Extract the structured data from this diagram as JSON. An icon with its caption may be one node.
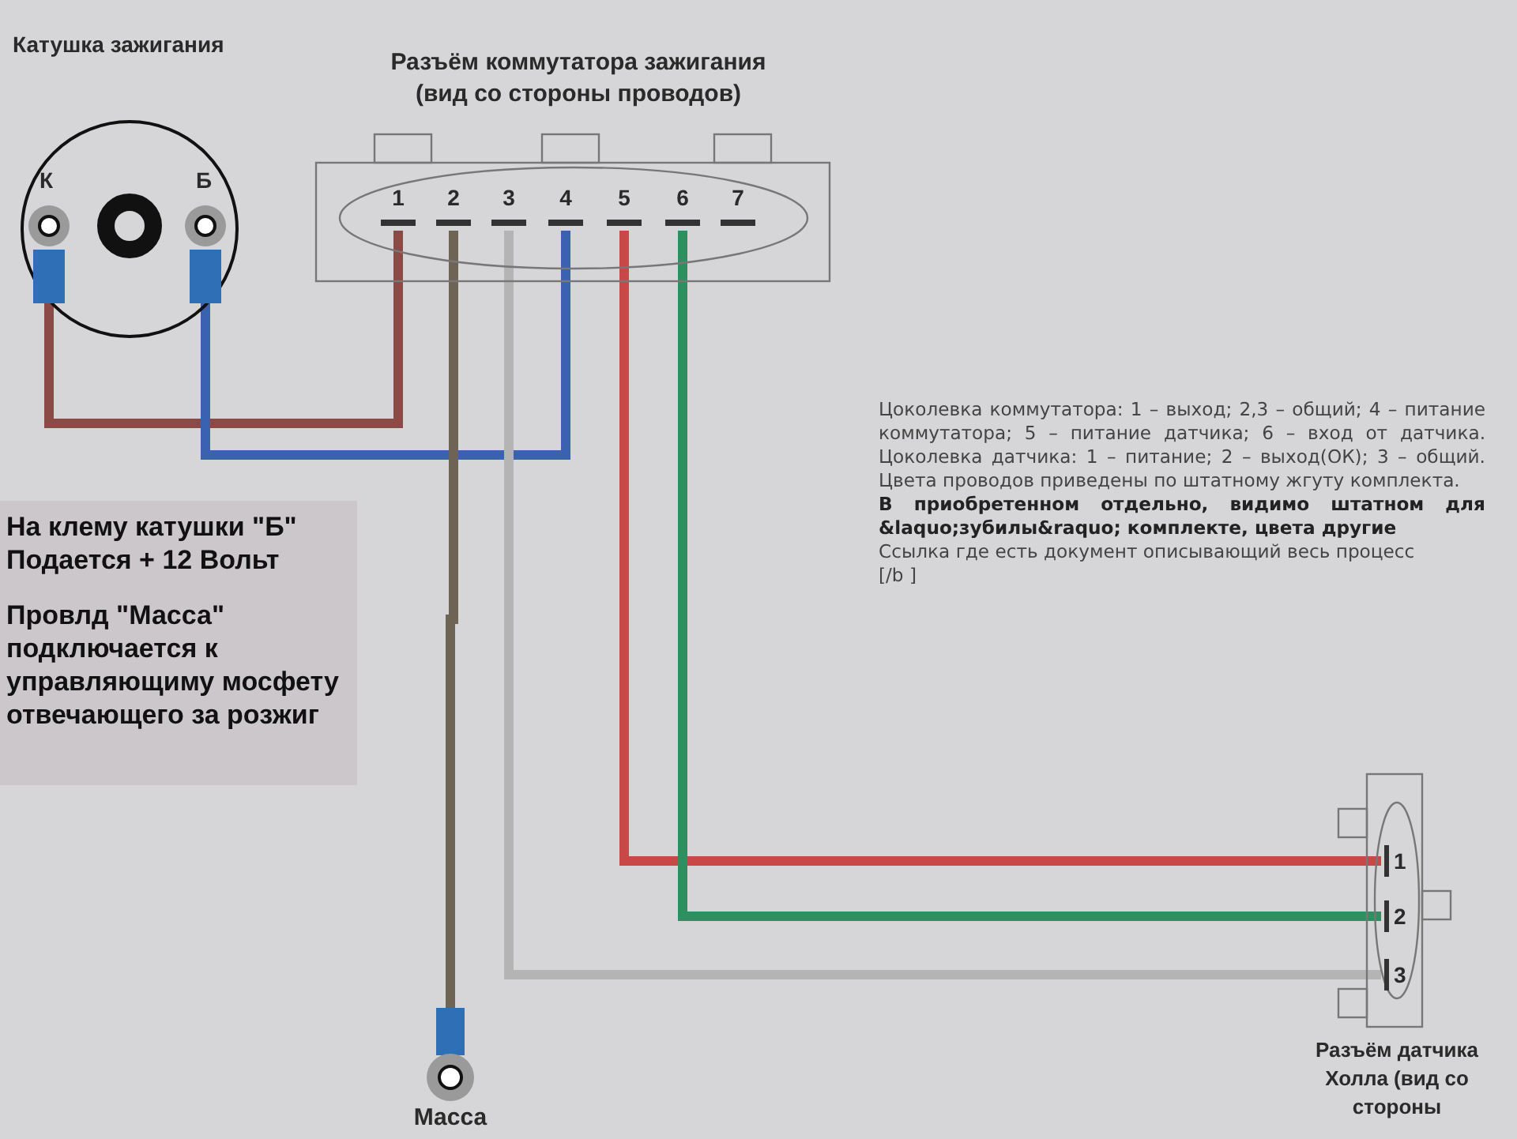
{
  "diagram": {
    "nodes": [
      {
        "text": [
          "Катушка зажигания"
        ]
      },
      {
        "text": [
          "К"
        ],
        "in": 0
      },
      {
        "text": [
          "Б"
        ],
        "in": 0
      },
      {
        "text": [
          "Разъём коммутатора зажигания (вид со стороны проводов)"
        ]
      },
      {
        "text": [
          "1"
        ],
        "in": 3
      },
      {
        "text": [
          "2"
        ],
        "in": 3
      },
      {
        "text": [
          "3"
        ],
        "in": 3
      },
      {
        "text": [
          "4"
        ],
        "in": 3
      },
      {
        "text": [
          "5"
        ],
        "in": 3
      },
      {
        "text": [
          "6"
        ],
        "in": 3
      },
      {
        "text": [
          "7"
        ],
        "in": 3
      },
      {
        "text": [
          "Масса"
        ]
      },
      {
        "text": [
          "Разъём датчика Холла (вид со стороны"
        ]
      },
      {
        "text": [
          "1"
        ],
        "in": 12
      },
      {
        "text": [
          "2"
        ],
        "in": 12
      },
      {
        "text": [
          "3"
        ],
        "in": 12
      }
    ],
    "edges": [
      {
        "from": 1,
        "to": 4,
        "arrow": "none",
        "color": "#8b4a45"
      },
      {
        "from": 2,
        "to": 7,
        "arrow": "none",
        "color": "#3a62b0"
      },
      {
        "from": 5,
        "to": 11,
        "arrow": "none",
        "color": "#6e6455"
      },
      {
        "from": 6,
        "to": 15,
        "arrow": "none",
        "color": "#b4b4b4"
      },
      {
        "from": 8,
        "to": 13,
        "arrow": "none",
        "color": "#c84848"
      },
      {
        "from": 9,
        "to": 14,
        "arrow": "none",
        "color": "#2e9060"
      }
    ],
    "labels": [
      "Цоколевка коммутатора: 1 – выход; 2,3 – общий; 4 – питание коммутатора; 5 – питание датчика; 6 – вход от датчика. Цоколевка датчика: 1 – питание; 2 – выход(ОК); 3 – общий. Цвета проводов приведены по штатному жгуту комплекта.",
      "В приобретенном отдельно, видимо штатном для &laquo;зубилы&raquo; комплекте, цвета другие",
      "Ссылка где есть документ описывающий весь процесс",
      "[/b ]",
      "На клему катушки \"Б\" Подается + 12 Вольт",
      "Провлд \"Масса\" подключается к управляющиму мосфету отвечающего за розжиг"
    ]
  }
}
